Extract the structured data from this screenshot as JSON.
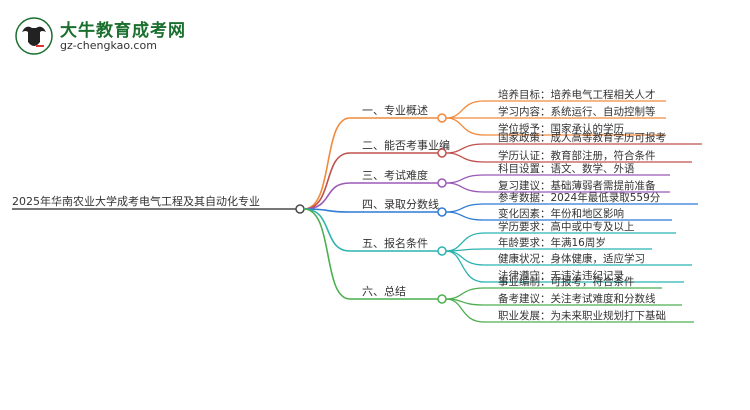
{
  "brand": {
    "title": "大牛教育成考网",
    "url": "gz-chengkao.com"
  },
  "colors": {
    "root": "#4a4a4a",
    "branches": [
      "#f08a3c",
      "#c0504d",
      "#9b59b6",
      "#2f7bd6",
      "#2bb3b0",
      "#4caf50"
    ]
  },
  "mindmap": {
    "root": "2025年华南农业大学成考电气工程及其自动化专业",
    "branches": [
      {
        "label": "一、专业概述",
        "children": [
          "培养目标：培养电气工程相关人才",
          "学习内容：系统运行、自动控制等",
          "学位授予：国家承认的学历"
        ]
      },
      {
        "label": "二、能否考事业编",
        "children": [
          "国家政策：成人高等教育学历可报考",
          "学历认证：教育部注册，符合条件"
        ]
      },
      {
        "label": "三、考试难度",
        "children": [
          "科目设置：语文、数学、外语",
          "复习建议：基础薄弱者需提前准备"
        ]
      },
      {
        "label": "四、录取分数线",
        "children": [
          "参考数据：2024年最低录取559分",
          "变化因素：年份和地区影响"
        ]
      },
      {
        "label": "五、报名条件",
        "children": [
          "学历要求：高中或中专及以上",
          "年龄要求：年满16周岁",
          "健康状况：身体健康，适应学习",
          "法律遵守：无违法违纪记录"
        ]
      },
      {
        "label": "六、总结",
        "children": [
          "事业编制：可报考，符合条件",
          "备考建议：关注考试难度和分数线",
          "职业发展：为未来职业规划打下基础"
        ]
      }
    ]
  }
}
